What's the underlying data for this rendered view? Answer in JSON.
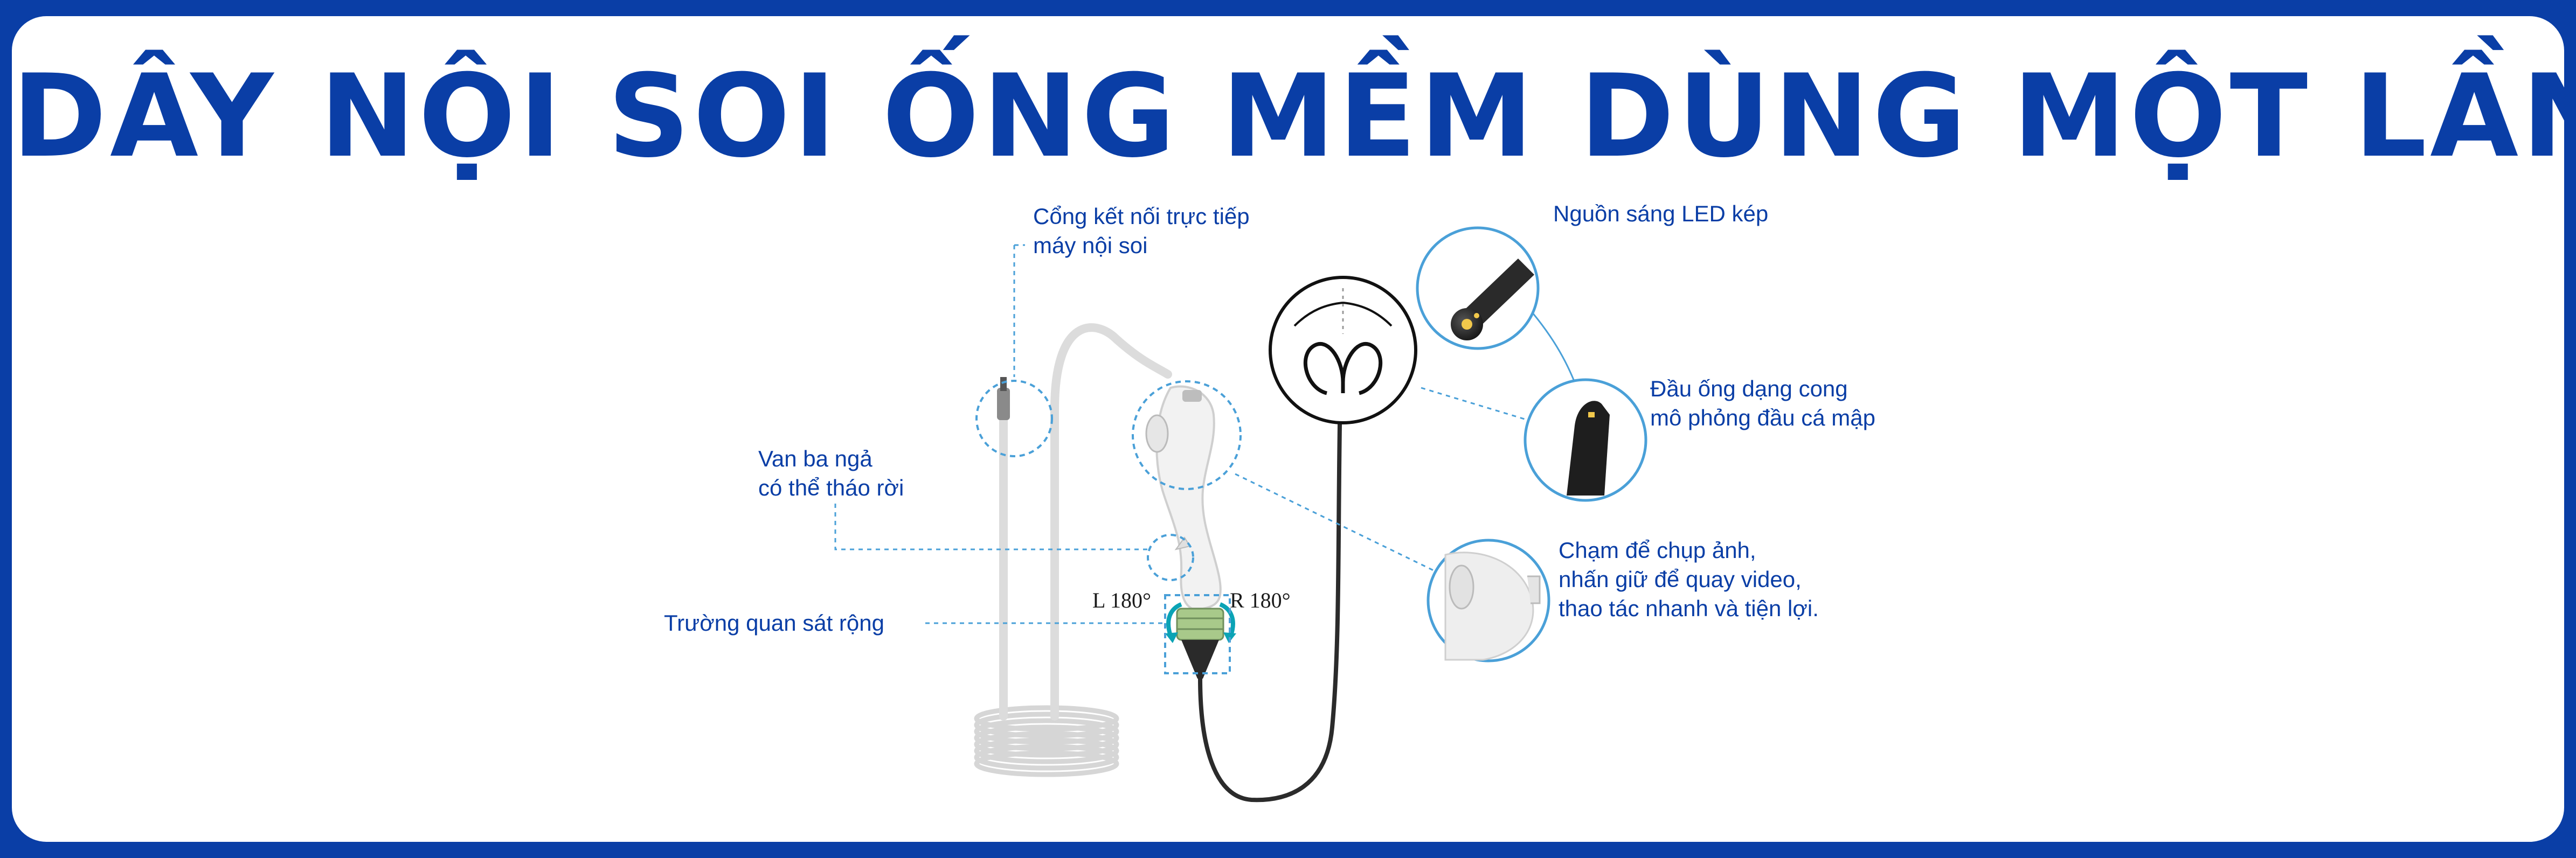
{
  "title": "DÂY NỘI SOI ỐNG MỀM DÙNG MỘT LẦN",
  "colors": {
    "brand_blue": "#0a3ea6",
    "frame_white": "#ffffff",
    "accent_green": "#a8c98a"
  },
  "labels": {
    "connector": [
      "Cổng kết nối trực tiếp",
      "máy nội soi"
    ],
    "valve": [
      "Van ba ngả",
      "có thể tháo rời"
    ],
    "field_of_view": "Trường quan sát rộng",
    "led": "Nguồn sáng LED kép",
    "tip": [
      "Đầu ống dạng cong",
      "mô phỏng đầu cá mập"
    ],
    "handle": [
      "Chạm để chụp ảnh,",
      "nhấn giữ để quay video,",
      "thao tác nhanh và tiện lợi."
    ]
  },
  "angles": {
    "left": "L 180°",
    "right": "R 180°"
  }
}
